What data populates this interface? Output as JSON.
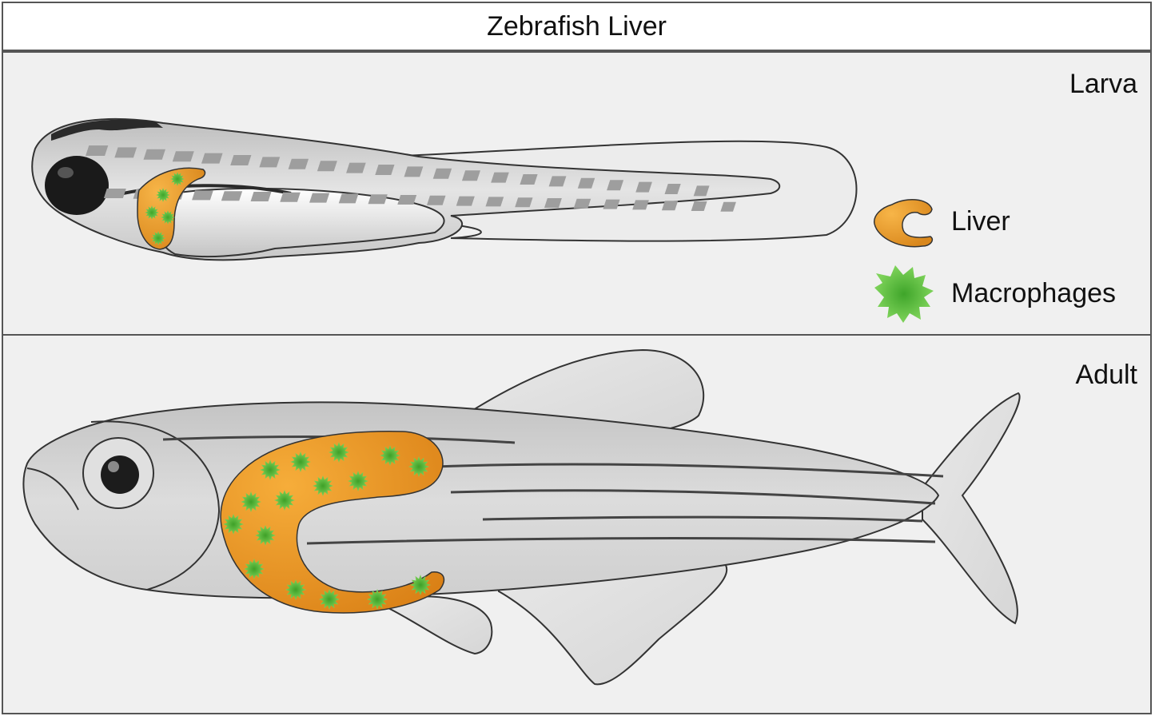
{
  "title": "Zebrafish Liver",
  "panels": {
    "larva": {
      "label": "Larva"
    },
    "adult": {
      "label": "Adult"
    }
  },
  "legend": {
    "liver": {
      "label": "Liver",
      "icon": "liver-icon",
      "color": "#f0a030"
    },
    "macrophages": {
      "label": "Macrophages",
      "icon": "macrophage-icon",
      "color": "#66c23a"
    }
  },
  "colors": {
    "body": "#d8d8d8",
    "outline": "#333333",
    "stripe": "#555555",
    "liver": "#f0a030",
    "macrophage": "#66c23a"
  }
}
